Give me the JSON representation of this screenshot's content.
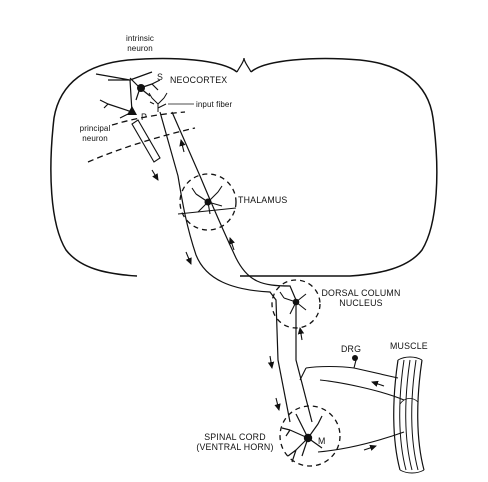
{
  "labels": {
    "intrinsic_neuron": [
      "intrinsic",
      "neuron"
    ],
    "s": "S",
    "neocortex": "NEOCORTEX",
    "input_fiber": "input fiber",
    "p": "P",
    "principal_neuron": [
      "principal",
      "neuron"
    ],
    "thalamus": "THALAMUS",
    "dorsal_column_nucleus": [
      "DORSAL COLUMN",
      "NUCLEUS"
    ],
    "drg": "DRG",
    "muscle": "MUSCLE",
    "spinal_cord": [
      "SPINAL CORD",
      "(VENTRAL HORN)"
    ],
    "m": "M"
  }
}
